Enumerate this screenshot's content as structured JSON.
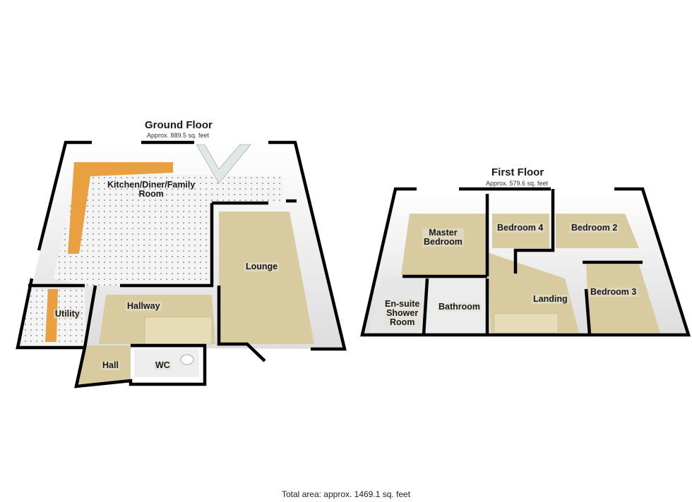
{
  "ground_floor": {
    "title": "Ground Floor",
    "area": "Approx. 889.5 sq. feet",
    "rooms": [
      {
        "label": "Kitchen/Diner/Family Room",
        "line1": "Kitchen/Diner/Family",
        "line2": "Room"
      },
      {
        "label": "Lounge"
      },
      {
        "label": "Hallway"
      },
      {
        "label": "Utility"
      },
      {
        "label": "Hall"
      },
      {
        "label": "WC"
      }
    ]
  },
  "first_floor": {
    "title": "First Floor",
    "area": "Approx. 579.6 sq. feet",
    "rooms": [
      {
        "label": "Master Bedroom",
        "line1": "Master",
        "line2": "Bedroom"
      },
      {
        "label": "Bedroom 4"
      },
      {
        "label": "Bedroom 2"
      },
      {
        "label": "Bedroom 3"
      },
      {
        "label": "Landing"
      },
      {
        "label": "Bathroom"
      },
      {
        "label": "En-suite Shower Room",
        "line1": "En-suite",
        "line2": "Shower",
        "line3": "Room"
      }
    ]
  },
  "total_area": "Total area: approx. 1469.1 sq. feet",
  "colors": {
    "wall": "#000000",
    "carpet": "#d8cba0",
    "tile": "#f2f2f2",
    "worktop": "#e8a040",
    "glass": "#cfe8e0"
  }
}
